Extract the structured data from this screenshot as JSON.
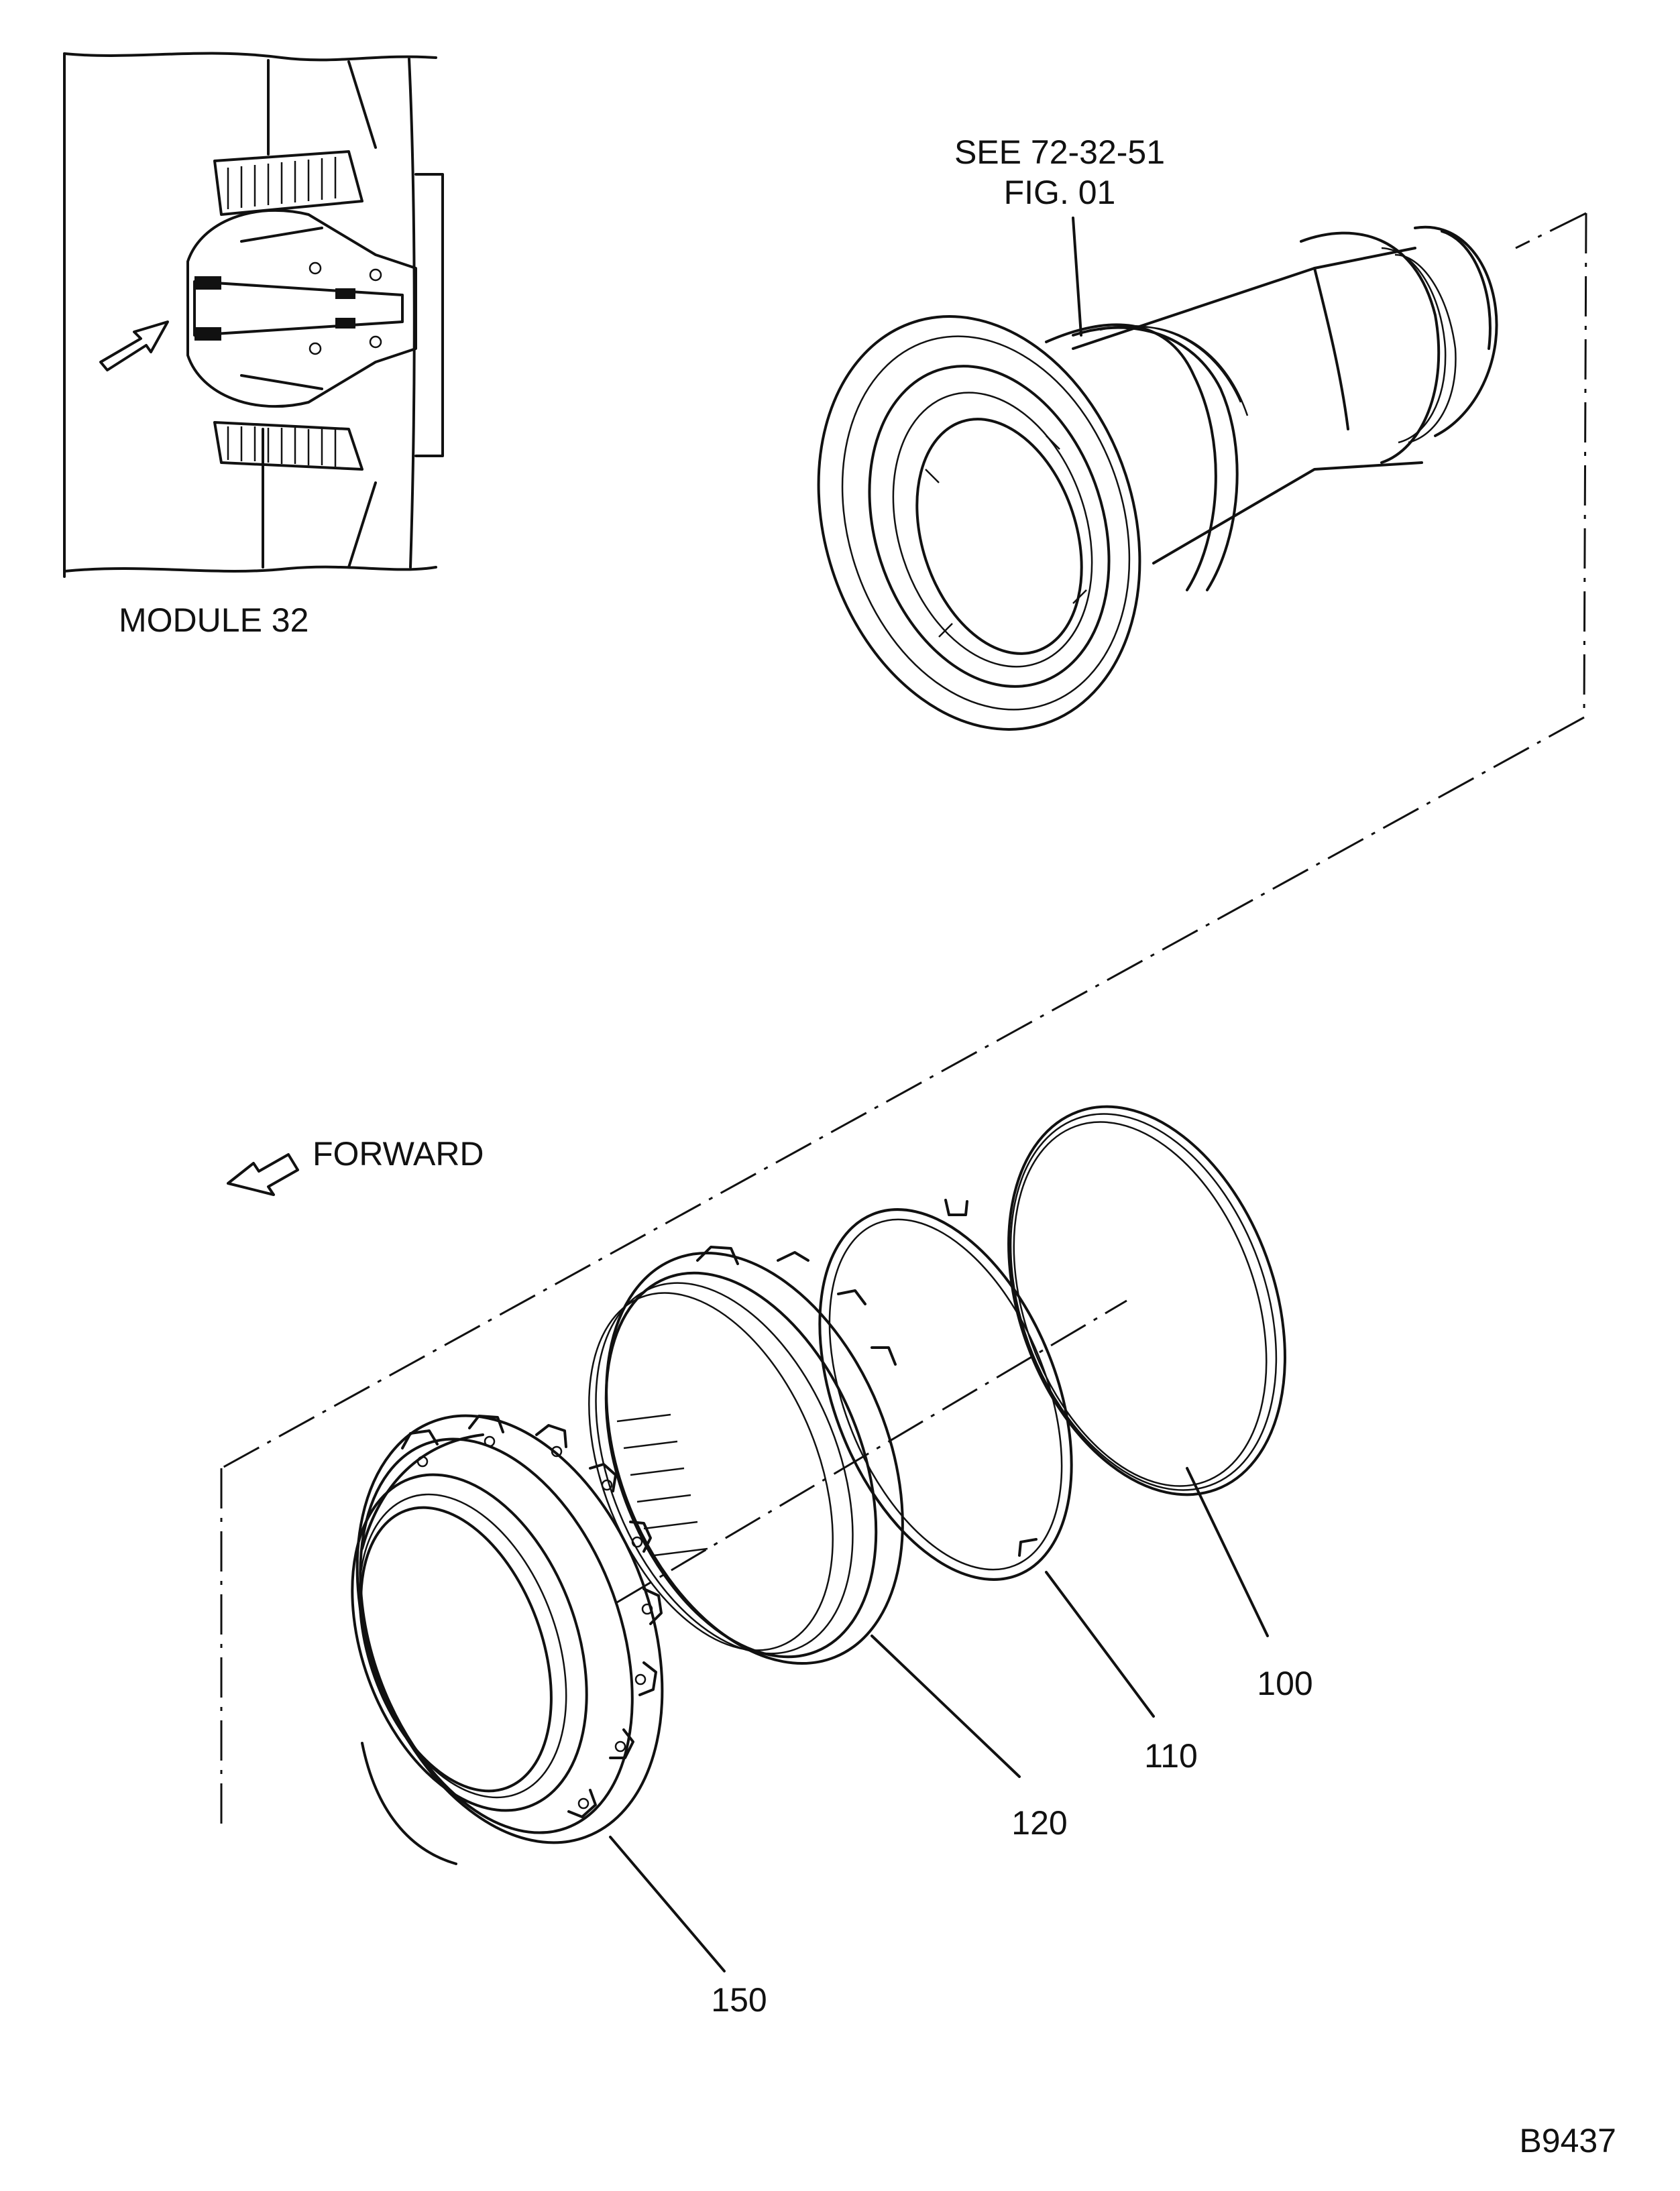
{
  "inset": {
    "caption": "MODULE 32"
  },
  "reference": {
    "line1": "SEE 72-32-51",
    "line2": "FIG. 01"
  },
  "direction": {
    "label": "FORWARD"
  },
  "callouts": {
    "c100": "100",
    "c110": "110",
    "c120": "120",
    "c150": "150"
  },
  "figure_id": "B9437"
}
